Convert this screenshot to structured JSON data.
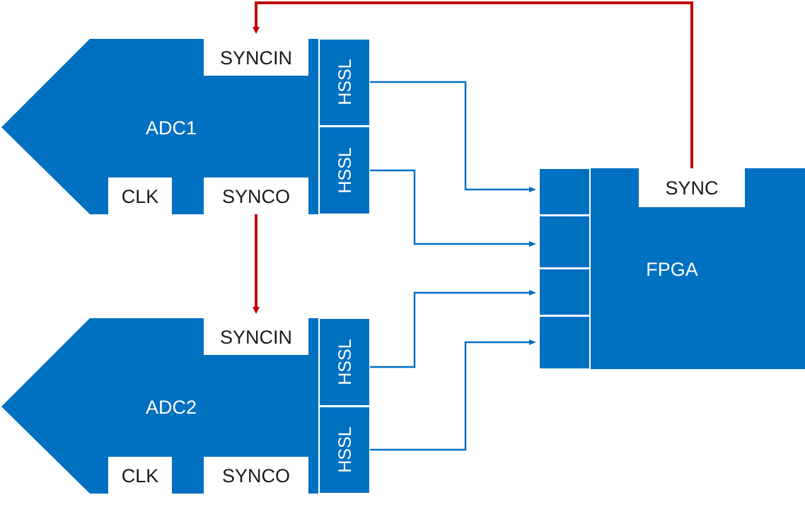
{
  "colors": {
    "block": "#0070C0",
    "sync_line": "#C00000",
    "data_line": "#0070C0",
    "label_box": "#ffffff",
    "dark_text": "#1a1a1a",
    "light_text": "#ffffff"
  },
  "adc1": {
    "name": "ADC1",
    "syncin": "SYNCIN",
    "clk": "CLK",
    "synco": "SYNCO",
    "hssl_top": "HSSL",
    "hssl_bottom": "HSSL"
  },
  "adc2": {
    "name": "ADC2",
    "syncin": "SYNCIN",
    "clk": "CLK",
    "synco": "SYNCO",
    "hssl_top": "HSSL",
    "hssl_bottom": "HSSL"
  },
  "fpga": {
    "name": "FPGA",
    "sync": "SYNC"
  }
}
